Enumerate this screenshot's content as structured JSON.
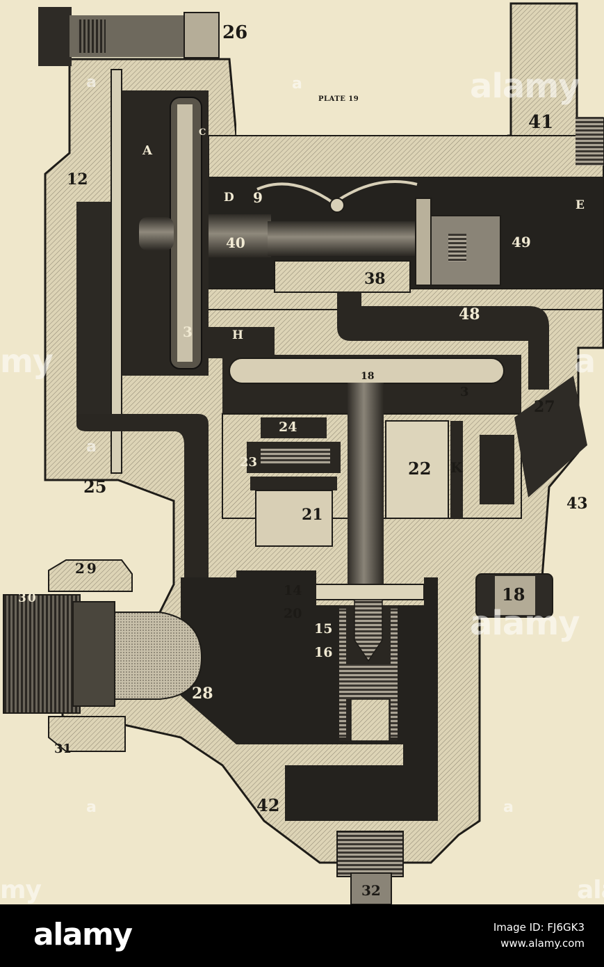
{
  "plate": {
    "caption": "PLATE 19",
    "part_labels": {
      "l26": "26",
      "l41": "41",
      "lA": "A",
      "lC": "C",
      "l12": "12",
      "lD": "D",
      "l9": "9",
      "lE": "E",
      "l40": "40",
      "l49": "49",
      "l38": "38",
      "l3a": "3",
      "l48": "48",
      "lH": "H",
      "l18a": "18",
      "l3b": "3",
      "l27": "27",
      "l24": "24",
      "l23": "23",
      "l22": "22",
      "lK": "K",
      "l25": "25",
      "l43": "43",
      "l21": "21",
      "l29": "29",
      "l14": "14",
      "l18b": "18",
      "l30": "30",
      "l20": "20",
      "l15": "15",
      "l16": "16",
      "l28": "28",
      "l31": "31",
      "l42": "42",
      "l32": "32"
    }
  },
  "watermark": {
    "brand": "alamy",
    "partial": "my",
    "letter": "a",
    "fragment": "ala"
  },
  "footer": {
    "logo": "alamy",
    "image_id": "Image ID: FJ6GK3",
    "site": "www.alamy.com"
  }
}
